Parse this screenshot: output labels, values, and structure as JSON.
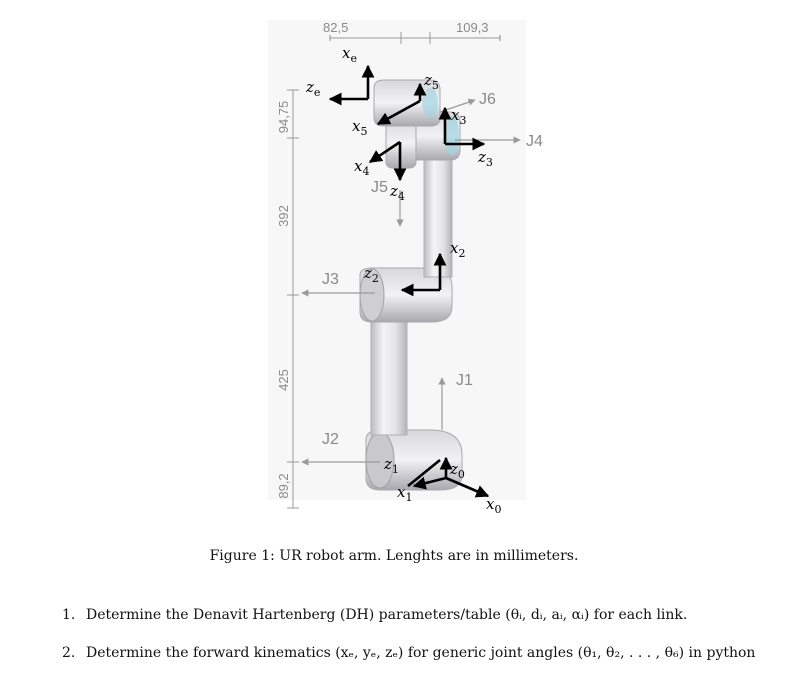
{
  "figure": {
    "dimensions": {
      "top_left": "82,5",
      "top_right": "109,3",
      "left_1": "94,75",
      "left_2": "392",
      "left_3": "425",
      "left_4": "89,2"
    },
    "joints": [
      "J1",
      "J2",
      "J3",
      "J4",
      "J5",
      "J6"
    ],
    "frames": {
      "xe": {
        "base": "x",
        "sub": "e"
      },
      "ze": {
        "base": "z",
        "sub": "e"
      },
      "z5": {
        "base": "z",
        "sub": "5"
      },
      "x5": {
        "base": "x",
        "sub": "5"
      },
      "x3": {
        "base": "x",
        "sub": "3"
      },
      "z3": {
        "base": "z",
        "sub": "3"
      },
      "x4": {
        "base": "x",
        "sub": "4"
      },
      "z4": {
        "base": "z",
        "sub": "4"
      },
      "x2": {
        "base": "x",
        "sub": "2"
      },
      "z2": {
        "base": "z",
        "sub": "2"
      },
      "z1": {
        "base": "z",
        "sub": "1"
      },
      "x1": {
        "base": "x",
        "sub": "1"
      },
      "z0": {
        "base": "z",
        "sub": "0"
      },
      "x0": {
        "base": "x",
        "sub": "0"
      }
    }
  },
  "caption": "Figure 1: UR robot arm. Lenghts are in millimeters.",
  "questions": [
    {
      "num": "1.",
      "text": "Determine the Denavit Hartenberg (DH) parameters/table (θᵢ, dᵢ, aᵢ, αᵢ) for each link."
    },
    {
      "num": "2.",
      "text": "Determine the forward kinematics (xₑ, yₑ, zₑ) for generic joint angles (θ₁, θ₂, . . . , θ₆) in python"
    }
  ],
  "colors": {
    "arm_body": "#e4e4e6",
    "arm_shadow": "#b9b9bd",
    "dimension_lines": "#9a9a9a",
    "axis_arrows": "#000000",
    "joint_accent": "#9fd3e0"
  }
}
